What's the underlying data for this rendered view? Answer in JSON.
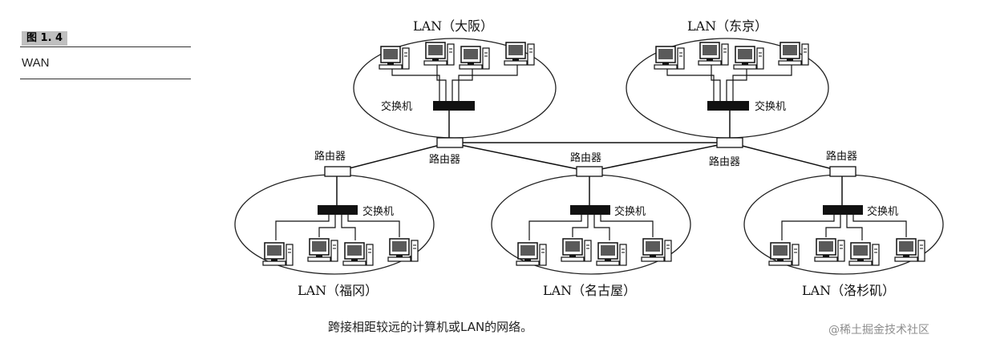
{
  "figure": {
    "number": "图 1. 4",
    "title": "WAN"
  },
  "labels": {
    "switch": "交换机",
    "router": "路由器"
  },
  "lans": {
    "osaka": "LAN（大阪）",
    "tokyo": "LAN（东京）",
    "fukuoka": "LAN（福冈）",
    "nagoya": "LAN（名古屋）",
    "la": "LAN（洛杉矶）"
  },
  "caption": "跨接相距较远的计算机或LAN的网络。",
  "watermark": "@稀土掘金技术社区"
}
